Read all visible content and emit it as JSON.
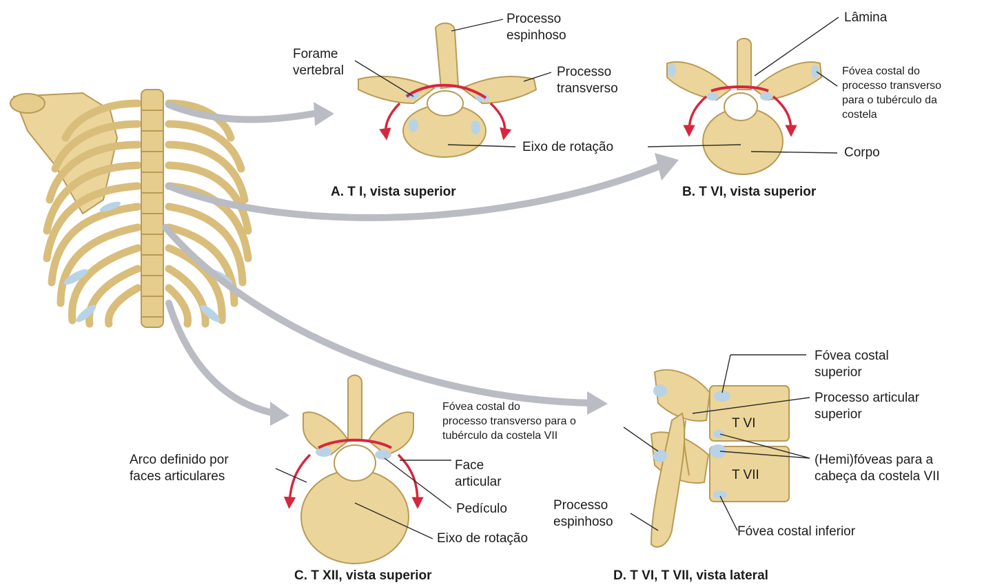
{
  "panels": {
    "a": {
      "caption": "A. T I, vista superior"
    },
    "b": {
      "caption": "B.  T VI, vista superior"
    },
    "c": {
      "caption": "C.  T XII, vista superior"
    },
    "d": {
      "caption": "D.  T VI, T VII, vista lateral"
    }
  },
  "labels": {
    "a_spinous": "Processo\nespinhoso",
    "a_foramen": "Forame\nvertebral",
    "a_transverse": "Processo\ntransverso",
    "a_axis": "Eixo de rotação",
    "b_lamina": "Lâmina",
    "b_fovea_transverse": "Fóvea costal do\nprocesso transverso\npara o tubérculo da\ncostela",
    "b_body": "Corpo",
    "c_fovea": "Fóvea costal do\nprocesso transverso para o\ntubérculo da costela VII",
    "c_arc": "Arco definido por\nfaces articulares",
    "c_facet": "Face\narticular",
    "c_pedicle": "Pedículo",
    "c_axis": "Eixo de rotação",
    "d_fovea_superior": "Fóvea costal\nsuperior",
    "d_articular_superior": "Processo articular\nsuperior",
    "d_hemifoveas": "(Hemi)fóveas para a\ncabeça da costela VII",
    "d_spinous": "Processo\nespinhoso",
    "d_fovea_inferior": "Fóvea costal inferior",
    "d_tvi": "T VI",
    "d_tvii": "T VII"
  },
  "colors": {
    "bone": "#ecd59a",
    "bone_shadow": "#c9a95e",
    "cartilage": "#b9d3e6",
    "arrow_gray": "#b9bcc3",
    "rotation_red": "#d7263d"
  }
}
